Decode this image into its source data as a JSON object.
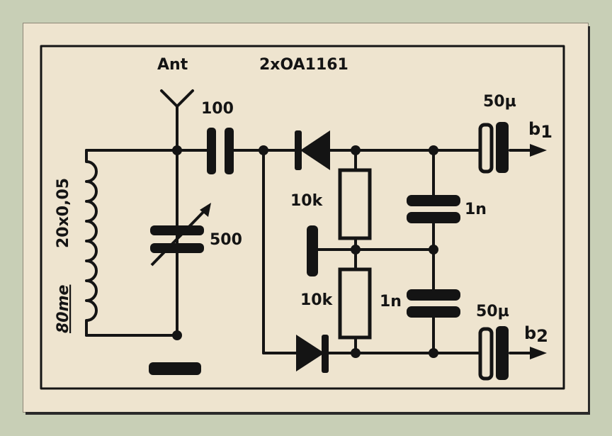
{
  "labels": {
    "antenna": "Ant",
    "diodes": "2xOA1161",
    "cap_in": "100",
    "cap_var": "500",
    "coil_turns": "20x0,05",
    "coil_core": "80me",
    "res_top": "10k",
    "res_bottom": "10k",
    "cap_top": "1n",
    "cap_bottom": "1n",
    "cap_out_top": "50µ",
    "cap_out_bottom": "50µ",
    "out_top": "b",
    "out_top_sub": "1",
    "out_bottom": "b",
    "out_bottom_sub": "2"
  },
  "colors": {
    "ink": "#141414",
    "paper": "#eee4cf",
    "background": "#c8cfb6"
  }
}
